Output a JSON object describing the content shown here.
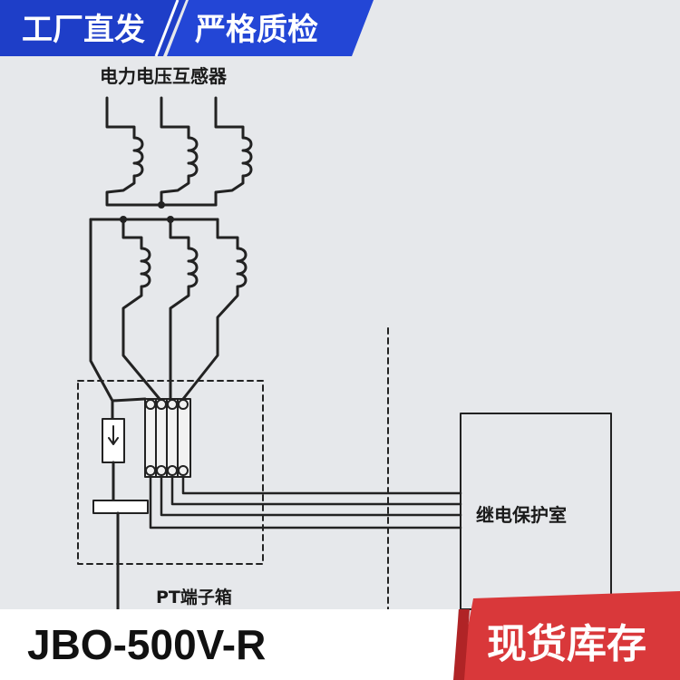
{
  "banner": {
    "left_text": "工厂直发",
    "right_text": "严格质检"
  },
  "diagram": {
    "pt_label": "电力电压互感器",
    "relay_room_label": "继电保护室",
    "terminal_box_label": "PT端子箱"
  },
  "footer": {
    "model": "JBO-500V-R",
    "stock_badge": "现货库存"
  },
  "colors": {
    "banner_blue": "#1e3ec8",
    "line": "#222222",
    "stock_red": "#d9383a",
    "background": "#e6e8eb"
  }
}
